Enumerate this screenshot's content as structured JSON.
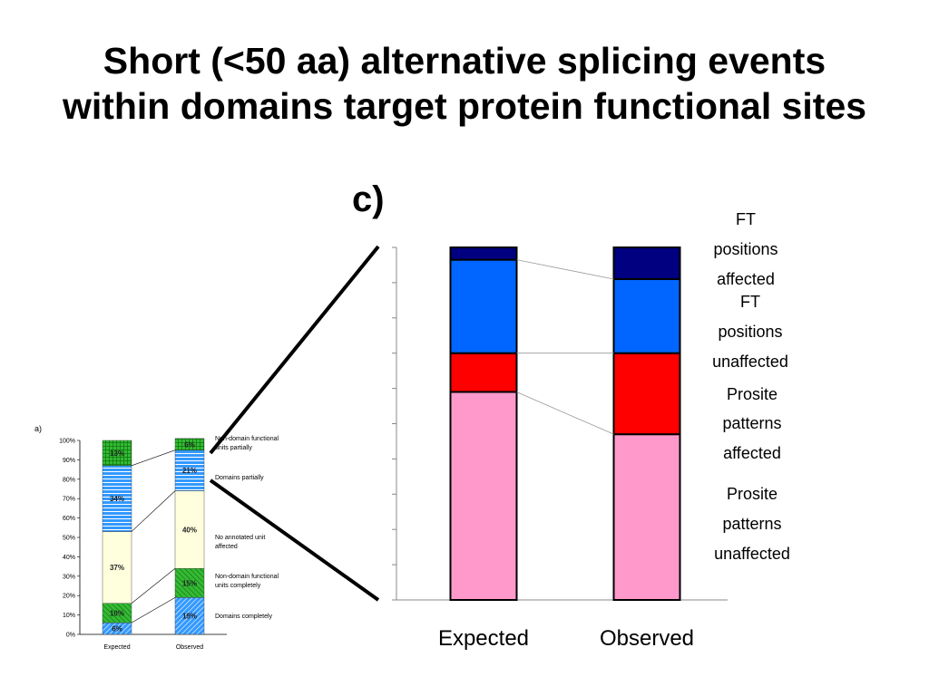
{
  "slide": {
    "title_line1": "Short (<50 aa) alternative splicing events",
    "title_line2": "within domains target protein functional sites",
    "panel_c_label": "c)"
  },
  "chart_data": [
    {
      "id": "panel-a",
      "type": "bar",
      "stacked": true,
      "panel_label": "a)",
      "categories": [
        "Expected",
        "Observed"
      ],
      "ylim": [
        0,
        100
      ],
      "yticks": [
        "0%",
        "10%",
        "20%",
        "30%",
        "40%",
        "50%",
        "60%",
        "70%",
        "80%",
        "90%",
        "100%"
      ],
      "series": [
        {
          "name": "Domains completely",
          "values": [
            6,
            19
          ],
          "labels": [
            "6%",
            "19%"
          ],
          "color": "#3399ff",
          "pattern": "diag"
        },
        {
          "name": "Non-domain functional units completely",
          "values": [
            10,
            15
          ],
          "labels": [
            "10%",
            "15%"
          ],
          "color": "#33bb33",
          "pattern": "hatch"
        },
        {
          "name": "No annotated unit affected",
          "values": [
            37,
            40
          ],
          "labels": [
            "37%",
            "40%"
          ],
          "color": "#ffffdd",
          "pattern": "none"
        },
        {
          "name": "Domains partially",
          "values": [
            34,
            21
          ],
          "labels": [
            "34%",
            "21%"
          ],
          "color": "#3399ff",
          "pattern": "hlines"
        },
        {
          "name": "Non-domain functional units partially",
          "values": [
            13,
            6
          ],
          "labels": [
            "13%",
            "6%"
          ],
          "color": "#33bb33",
          "pattern": "grid"
        }
      ],
      "legend_position": "right",
      "grid": false
    },
    {
      "id": "panel-c",
      "type": "bar",
      "stacked": true,
      "categories": [
        "Expected",
        "Observed"
      ],
      "ylim": [
        0,
        100
      ],
      "series": [
        {
          "name": "Prosite patterns unaffected",
          "values": [
            59,
            47
          ],
          "color": "#ff99cc"
        },
        {
          "name": "Prosite patterns affected",
          "values": [
            11,
            23
          ],
          "color": "#ff0000"
        },
        {
          "name": "FT positions unaffected",
          "values": [
            26.5,
            21
          ],
          "color": "#0066ff"
        },
        {
          "name": "FT positions affected",
          "values": [
            3.5,
            9
          ],
          "color": "#000080"
        }
      ],
      "labels": [
        {
          "text": "FT positions affected",
          "lines": [
            "FT",
            "positions",
            "affected"
          ]
        },
        {
          "text": "FT positions unaffected",
          "lines": [
            "FT",
            "positions",
            "unaffected"
          ]
        },
        {
          "text": "Prosite patterns affected",
          "lines": [
            "Prosite",
            "patterns",
            "affected"
          ]
        },
        {
          "text": "Prosite patterns unaffected",
          "lines": [
            "Prosite",
            "patterns",
            "unaffected"
          ]
        }
      ],
      "legend_position": "right",
      "grid": false
    }
  ]
}
